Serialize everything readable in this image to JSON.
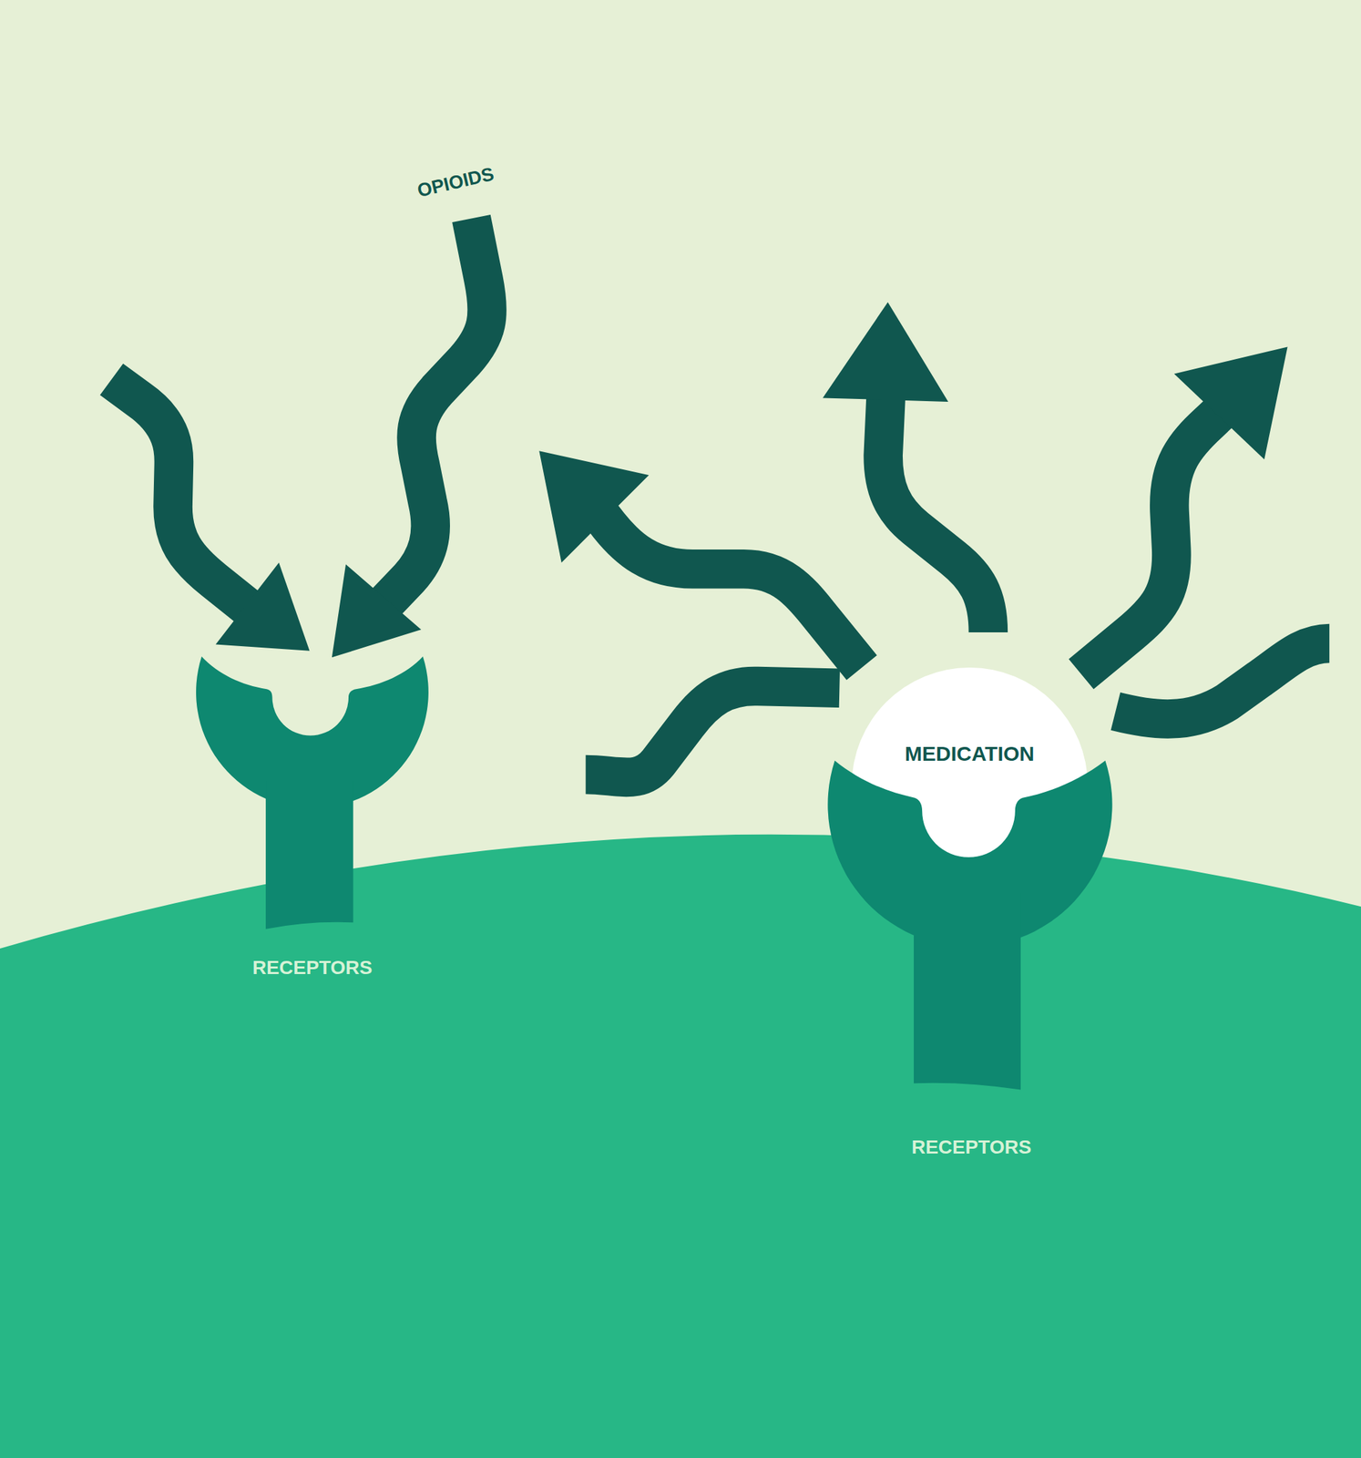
{
  "diagram": {
    "nodes": [
      {
        "text": [
          "RECEPTORS"
        ]
      },
      {
        "text": [
          "MEDICATION"
        ]
      },
      {
        "text": [
          "RECEPTORS"
        ]
      }
    ],
    "labels": [
      "OPIOIDS"
    ]
  }
}
